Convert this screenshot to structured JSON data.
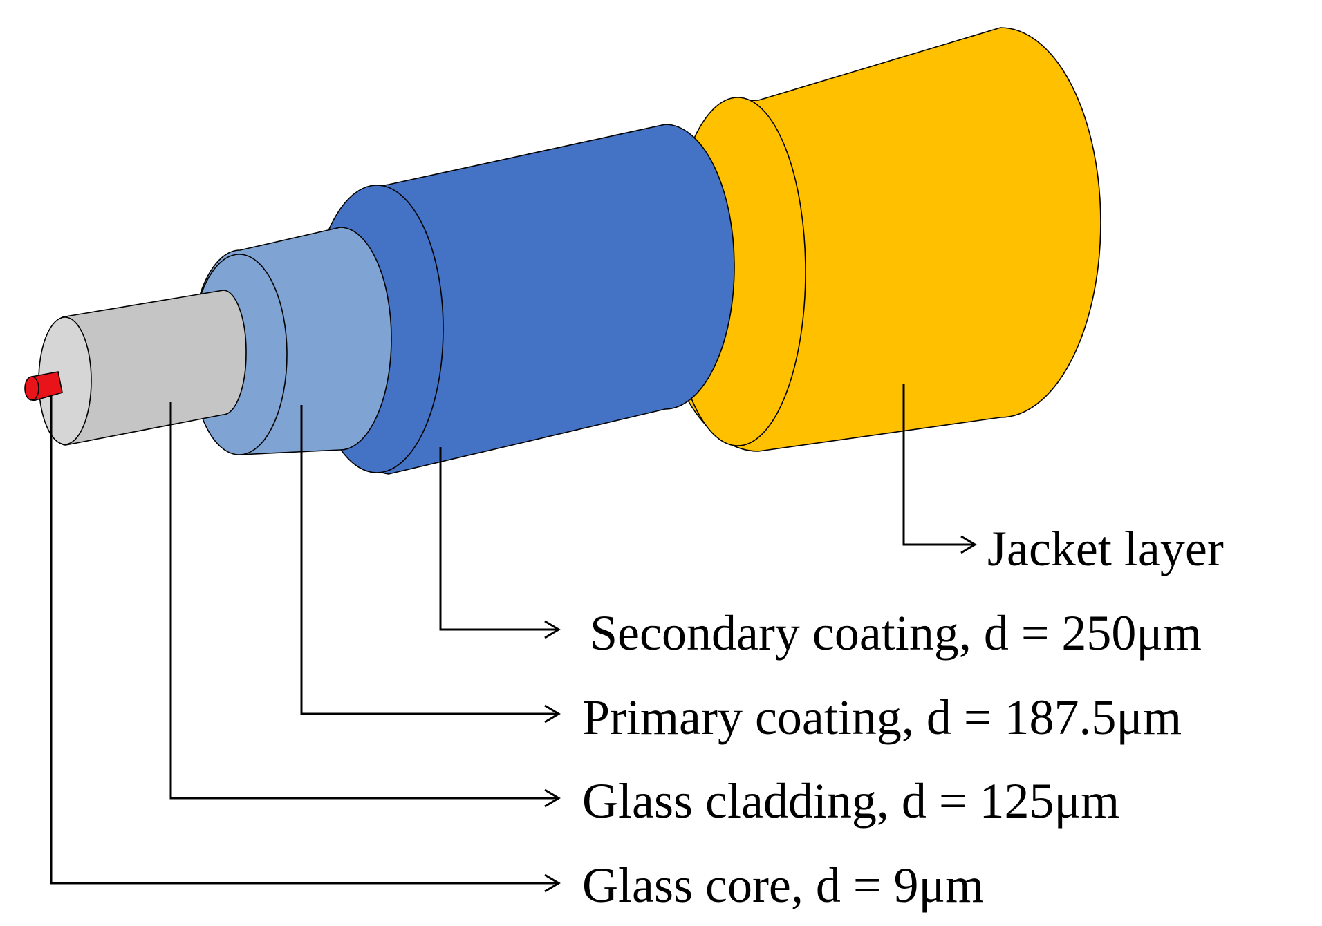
{
  "layers": [
    {
      "key": "jacket",
      "color": "#FFC000",
      "end_color": "#FFC000"
    },
    {
      "key": "secondary",
      "color": "#4472C4",
      "end_color": "#4472C4"
    },
    {
      "key": "primary",
      "color": "#7FA4D3",
      "end_color": "#7FA4D3"
    },
    {
      "key": "cladding",
      "color": "#C5C5C5",
      "end_color": "#D6D6D6"
    },
    {
      "key": "core",
      "color": "#E8141A",
      "end_color": "#E8141A"
    }
  ],
  "labels": {
    "jacket": "Jacket layer",
    "secondary": "Secondary coating, d = 250μm",
    "primary": "Primary coating, d = 187.5μm",
    "cladding": "Glass cladding, d = 125μm",
    "core": "Glass core, d = 9μm"
  }
}
